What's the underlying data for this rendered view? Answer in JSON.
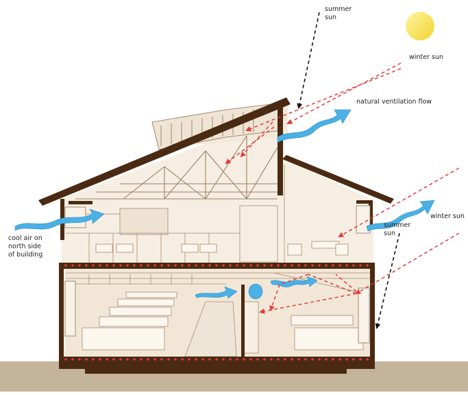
{
  "labels": {
    "summer_sun_top": "summer\nsun",
    "winter_sun_top": "winter sun",
    "natural_ventilation": "natural ventilation flow",
    "winter_sun_right": "winter sun",
    "summer_sun_right": "summer\nsun",
    "cool_air": "cool air on\nnorth side\nof building"
  },
  "colors": {
    "sun": "#f7e34b",
    "airflow": "#4ab0e6",
    "winter_sun_rays": "#e23b3b",
    "summer_sun_rays": "#111111",
    "structure": "#4a2a12",
    "interior": "#f5ece0",
    "ground": "#c4b49b",
    "radiant_floor": "#e03a3a"
  }
}
